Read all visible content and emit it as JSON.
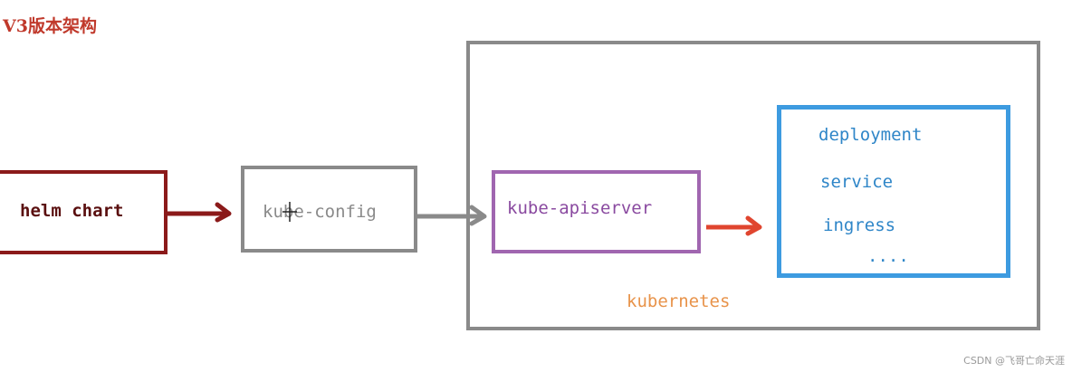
{
  "title": "V3版本架构",
  "nodes": {
    "helm_chart": "helm chart",
    "kube_config": "kube-config",
    "kube_apiserver": "kube-apiserver",
    "kubernetes": "kubernetes",
    "resources": [
      "deployment",
      "service",
      "ingress",
      "...."
    ]
  },
  "watermark": "CSDN @飞哥亡命天涯",
  "colors": {
    "title": "#c0392b",
    "helm_chart_border": "#8b1a1a",
    "kube_config_border": "#8a8a8a",
    "kubernetes_border": "#8a8a8a",
    "kube_apiserver_border": "#a066b0",
    "resources_border": "#3d9be0",
    "arrow_helm_to_config": "#8b1a1a",
    "arrow_config_to_api": "#8a8a8a",
    "arrow_api_to_resources": "#e0452f",
    "kubernetes_label": "#e8934a"
  }
}
